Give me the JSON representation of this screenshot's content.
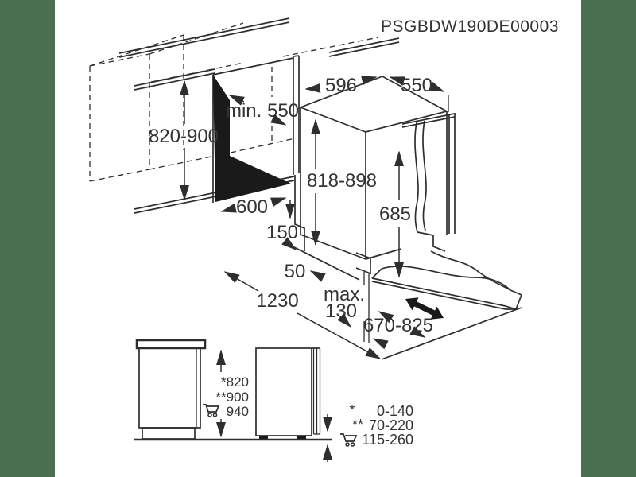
{
  "title": "PSGBDW190DE00003",
  "colors": {
    "background": "#ffffff",
    "matte_green": "#4a7051",
    "line": "#2e2e2e"
  },
  "main_diagram": {
    "cabinet_height": "820-900",
    "niche_depth_min": "min. 550",
    "appliance_width": "596",
    "appliance_depth": "550",
    "appliance_height": "818-898",
    "door_panel_height": "685",
    "niche_width": "600",
    "plinth_height": "150",
    "top_gap": "50",
    "total_clearance_depth": "1230",
    "plinth_recess_label": "max.",
    "plinth_recess_value": "130",
    "door_open_depth": "670-825"
  },
  "side_views": {
    "height_star": "*820",
    "height_double_star": "**900",
    "height_cart": "940"
  },
  "legend": {
    "rows": [
      {
        "marker_text": "*",
        "value": "0-140"
      },
      {
        "marker_text": "**",
        "value": "70-220"
      },
      {
        "marker_icon": "shopping-cart-icon",
        "value": "115-260"
      }
    ]
  }
}
